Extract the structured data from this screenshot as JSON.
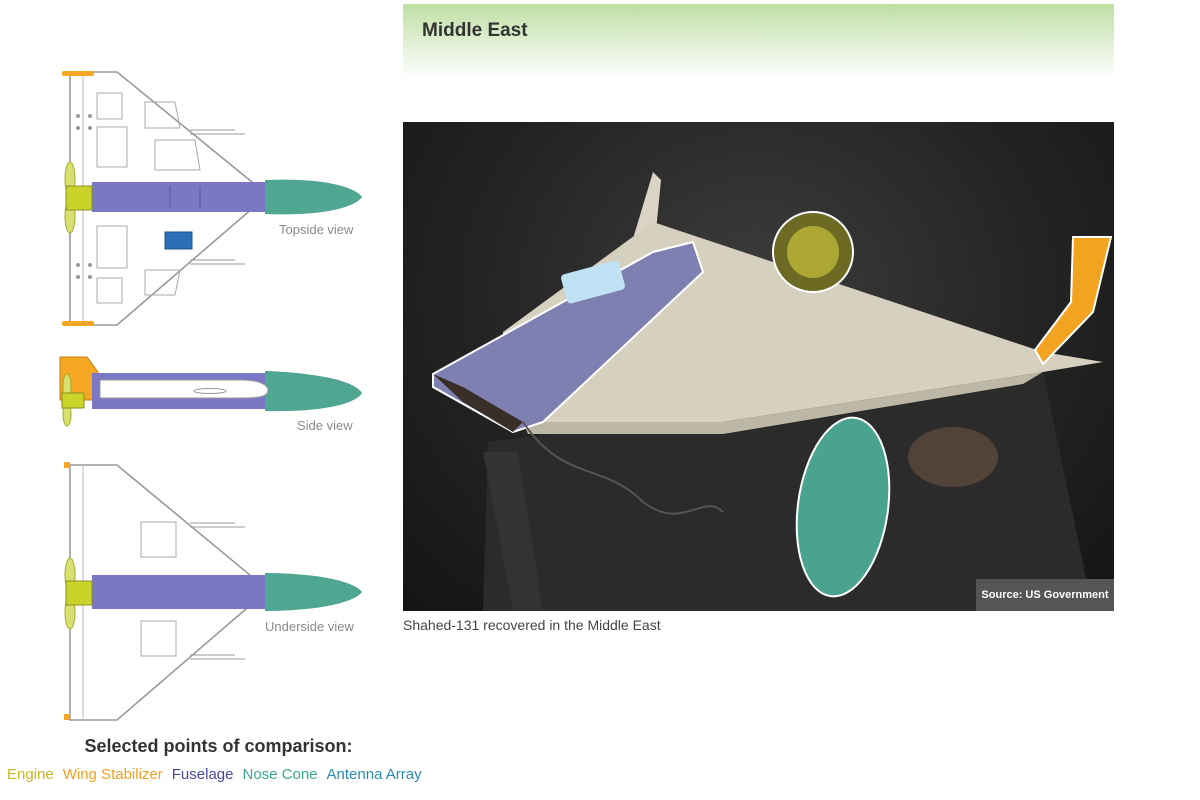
{
  "header": {
    "title": "Middle East"
  },
  "views": {
    "top": "Topside view",
    "side": "Side view",
    "under": "Underside view"
  },
  "photo": {
    "source": "Source: US Government",
    "caption": "Shahed-131 recovered in the Middle East"
  },
  "comparison": {
    "title": "Selected points of comparison:",
    "legend": [
      {
        "label": "Engine",
        "color": "#c9b820"
      },
      {
        "label": "Wing Stabilizer",
        "color": "#f2a020"
      },
      {
        "label": "Fuselage",
        "color": "#4a4a9a"
      },
      {
        "label": "Nose Cone",
        "color": "#3aa890"
      },
      {
        "label": "Antenna Array",
        "color": "#2a8ab8"
      }
    ]
  },
  "colors": {
    "engine": "#c9d32a",
    "wing_stabilizer": "#f5a623",
    "fuselage": "#7b77c4",
    "nose_cone": "#4fa792",
    "antenna": "#2b6fb6"
  }
}
